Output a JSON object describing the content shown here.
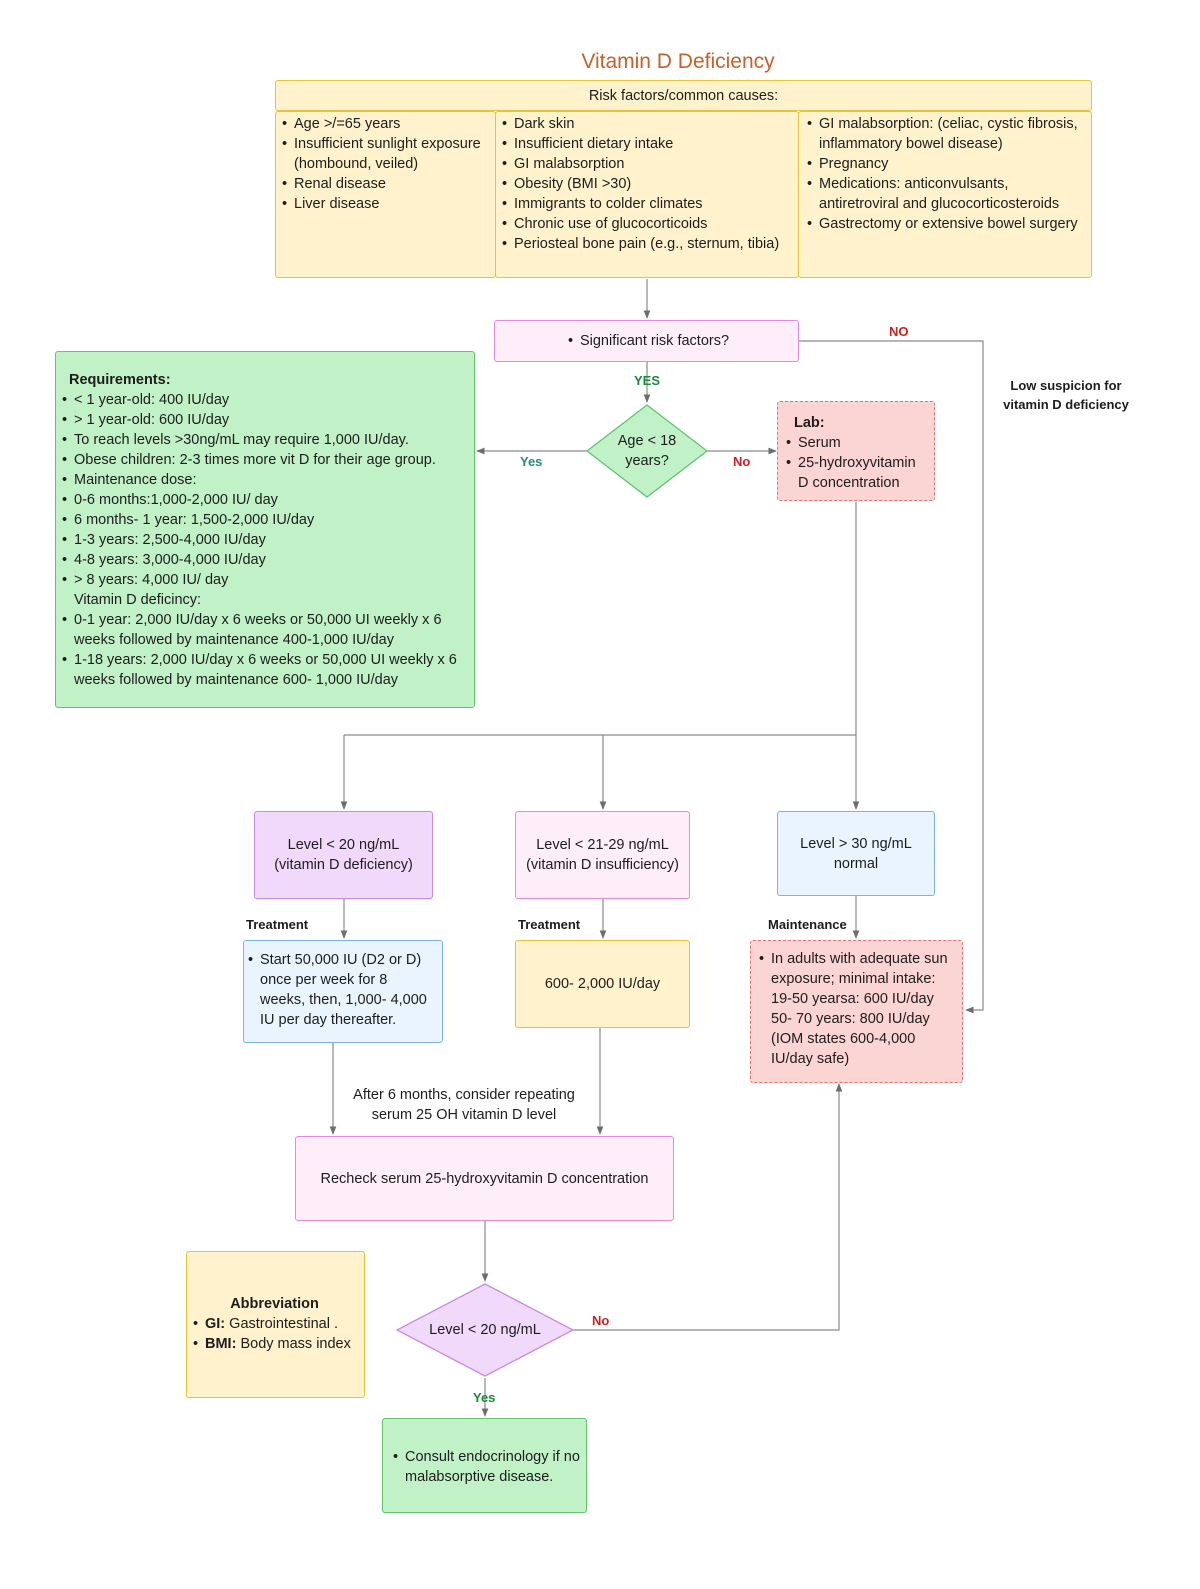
{
  "title": "Vitamin D Deficiency",
  "risk": {
    "header": "Risk factors/common causes:",
    "col1": [
      "Age >/=65 years",
      "Insufficient sunlight exposure (hombound, veiled)",
      "Renal disease",
      "Liver disease"
    ],
    "col2": [
      "Dark skin",
      "Insufficient dietary intake",
      "GI malabsorption",
      "Obesity (BMI >30)",
      "Immigrants to colder climates",
      "Chronic use of glucocorticoids",
      "Periosteal bone pain (e.g., sternum, tibia)"
    ],
    "col3": [
      "GI malabsorption: (celiac, cystic fibrosis, inflammatory bowel disease)",
      "Pregnancy",
      "Medications: anticonvulsants, antiretroviral and glucocorticosteroids",
      "Gastrectomy or extensive bowel surgery"
    ]
  },
  "significant": "Significant risk factors?",
  "labels": {
    "no_top": "NO",
    "yes_top": "YES",
    "low_suspicion": "Low suspicion for vitamin D deficiency",
    "yes_left": "Yes",
    "no_right": "No",
    "treatment1": "Treatment",
    "treatment2": "Treatment",
    "maintenance": "Maintenance",
    "no_bottom": "No",
    "yes_bottom": "Yes"
  },
  "age_decision": "Age < 18 years?",
  "requirements": {
    "title": "Requirements:",
    "items": [
      "< 1 year-old: 400 IU/day",
      "> 1 year-old: 600 IU/day",
      "To reach levels >30ng/mL may require 1,000 IU/day.",
      "Obese children: 2-3 times more vit D for their age group.",
      "Maintenance dose:",
      "0-6 months:1,000-2,000 IU/ day",
      "6 months- 1 year: 1,500-2,000 IU/day",
      "1-3 years: 2,500-4,000 IU/day",
      "4-8 years: 3,000-4,000 IU/day",
      "> 8 years: 4,000 IU/ day"
    ],
    "subheading": "Vitamin D deficincy:",
    "items2": [
      "0-1 year: 2,000 IU/day x 6 weeks or 50,000 UI weekly x 6 weeks followed by maintenance 400-1,000 IU/day",
      "1-18 years: 2,000 IU/day x 6 weeks or 50,000 UI weekly x 6 weeks followed by maintenance 600- 1,000 IU/day"
    ]
  },
  "lab": {
    "title": "Lab:",
    "items": [
      "Serum",
      "25-hydroxyvitamin D concentration"
    ]
  },
  "levels": {
    "deficiency": "Level < 20 ng/mL (vitamin D deficiency)",
    "insufficiency": "Level < 21-29 ng/mL (vitamin D insufficiency)",
    "normal": "Level > 30 ng/mL normal"
  },
  "treatment_deficiency": "Start 50,000 IU (D2 or D) once per week for 8 weeks, then, 1,000- 4,000 IU per day thereafter.",
  "treatment_insufficiency": "600- 2,000 IU/day",
  "maintenance_box": "In adults with adequate sun exposure; minimal intake: 19-50 yearsa: 600 IU/day 50- 70 years: 800 IU/day (IOM states 600-4,000 IU/day safe)",
  "repeat_note": "After 6 months, consider repeating serum 25 OH vitamin D level",
  "recheck": "Recheck serum 25-hydroxyvitamin D concentration",
  "level_decision": "Level < 20 ng/mL",
  "abbreviation": {
    "title": "Abbreviation",
    "gi_term": "GI:",
    "gi_def": "Gastrointestinal .",
    "bmi_term": "BMI:",
    "bmi_def": "Body mass index"
  },
  "consult": "Consult endocrinology if no malabsorptive disease.",
  "colors": {
    "title": "#c9602a",
    "yellow": "#fff2cc",
    "pink": "#fdeefa",
    "purple": "#f0d9fb",
    "green": "#c1f2c7",
    "blue": "#eaf4fe",
    "red": "#fbd4d4",
    "line": "#7b7b7b"
  }
}
